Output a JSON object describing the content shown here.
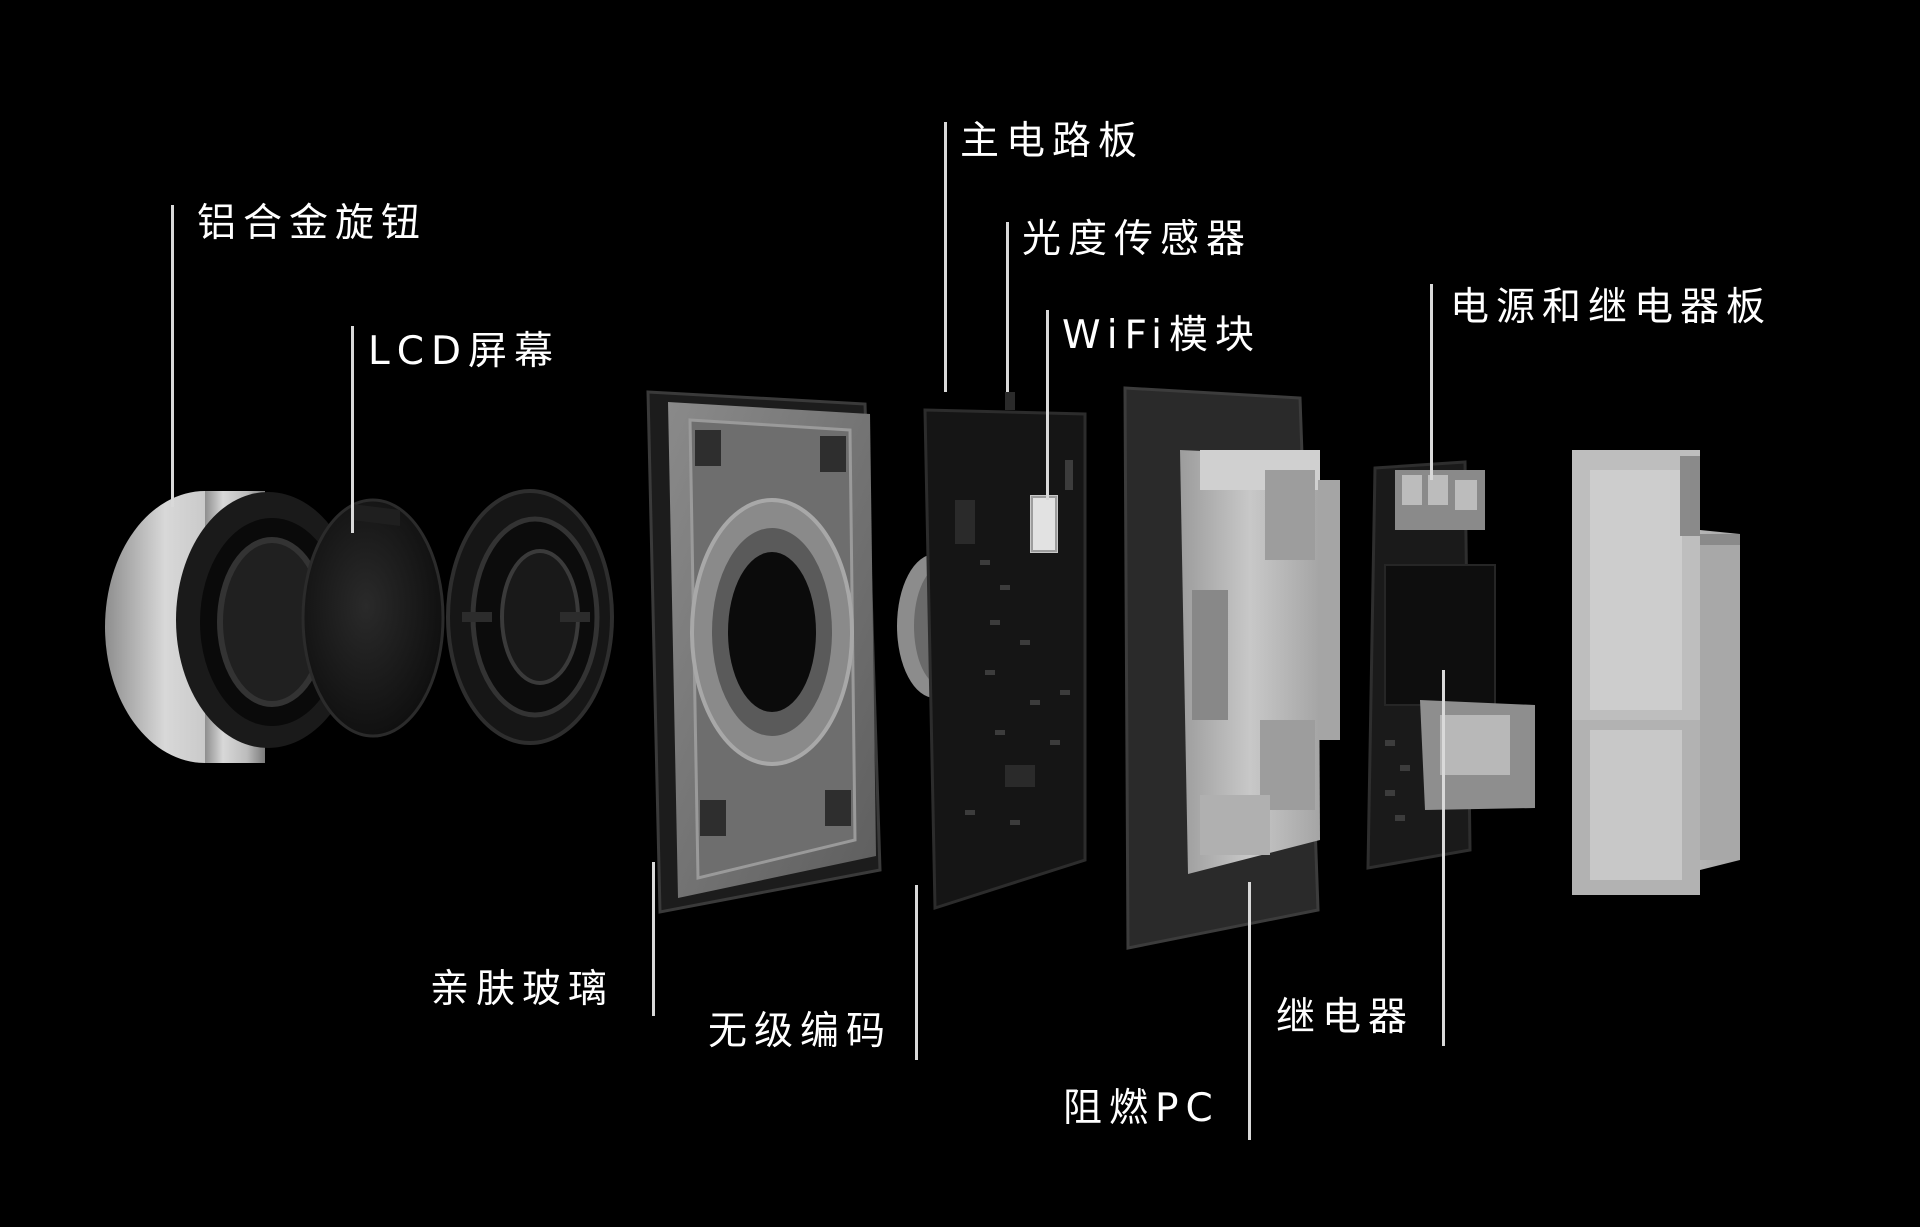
{
  "labels": {
    "knob": "铝合金旋钮",
    "lcd": "LCD屏幕",
    "glass": "亲肤玻璃",
    "encoder": "无级编码",
    "main_board": "主电路板",
    "light_sensor": "光度传感器",
    "wifi": "WiFi模块",
    "pc": "阻燃PC",
    "relay": "继电器",
    "power_board": "电源和继电器板"
  },
  "colors": {
    "background": "#000000",
    "text": "#ffffff",
    "leader_line": "#d9d9d9"
  }
}
